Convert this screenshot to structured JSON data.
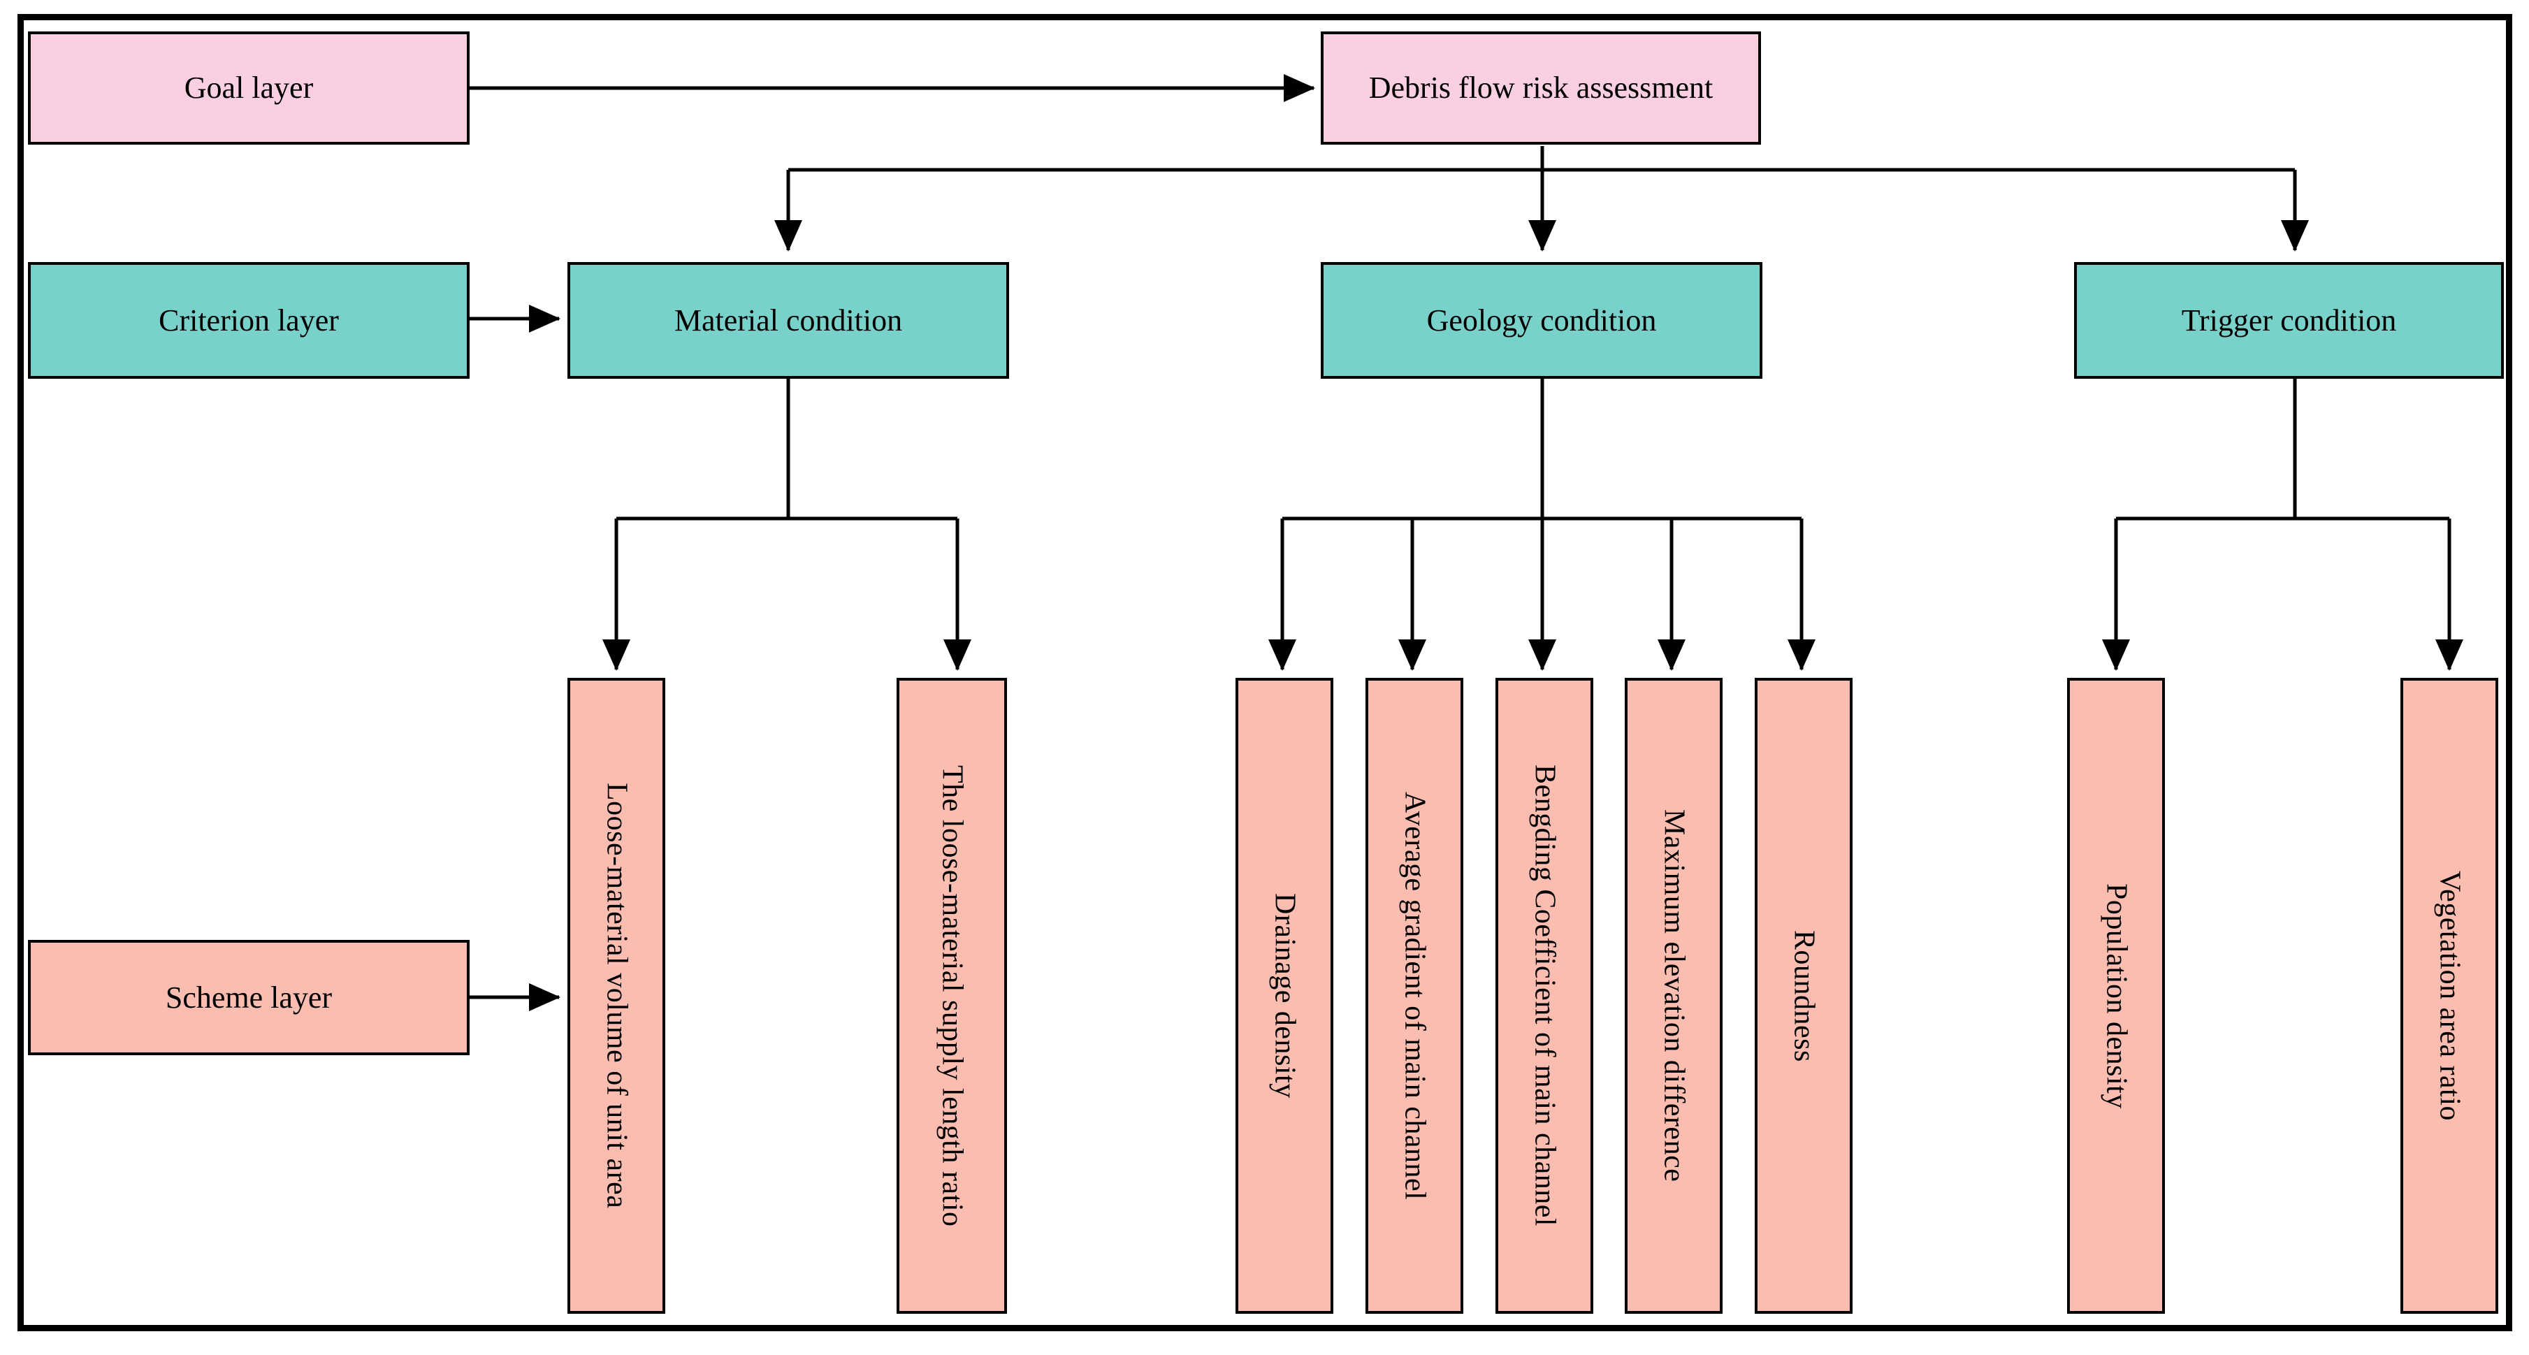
{
  "diagram": {
    "title": "Debris flow risk assessment hierarchy",
    "colors": {
      "goal": "#fbcfe2",
      "criterion": "#79d2ca",
      "scheme": "#fcbdb1",
      "line": "#000000",
      "background": "#ffffff"
    }
  },
  "layers": {
    "goal": {
      "label": "Goal layer"
    },
    "criterion": {
      "label": "Criterion layer"
    },
    "scheme": {
      "label": "Scheme layer"
    }
  },
  "goal_node": {
    "label": "Debris flow risk assessment"
  },
  "criteria": [
    {
      "label": "Material condition"
    },
    {
      "label": "Geology condition"
    },
    {
      "label": "Trigger condition"
    }
  ],
  "indicators": {
    "material": [
      {
        "label": "Loose-material volume of unit area"
      },
      {
        "label": "The loose-material supply length ratio"
      }
    ],
    "geology": [
      {
        "label": "Drainage density"
      },
      {
        "label": "Average gradient of main channel"
      },
      {
        "label": "Bengding Coefficient of main channel"
      },
      {
        "label": "Maximum elevation difference"
      },
      {
        "label": "Roundness"
      }
    ],
    "trigger": [
      {
        "label": "Population density"
      },
      {
        "label": "Vegetation area ratio"
      }
    ]
  }
}
